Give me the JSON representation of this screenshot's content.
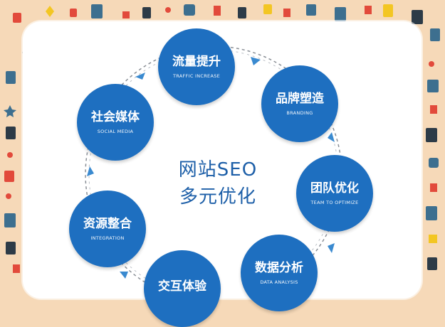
{
  "center": {
    "line1": "网站SEO",
    "line2": "多元优化"
  },
  "nodes": [
    {
      "zh": "流量提升",
      "en": "TRAFFIC INCREASE"
    },
    {
      "zh": "品牌塑造",
      "en": "BRANDING"
    },
    {
      "zh": "团队优化",
      "en": "TEAM TO OPTIMIZE"
    },
    {
      "zh": "数据分析",
      "en": "DATA ANALYSIS"
    },
    {
      "zh": "交互体验",
      "en": ""
    },
    {
      "zh": "资源整合",
      "en": "INTEGRATION"
    },
    {
      "zh": "社会媒体",
      "en": "SOCIAL MEDIA"
    }
  ],
  "colors": {
    "node": "#1e6fc0",
    "text": "#1d5fa8",
    "arrow": "#3a8ad0",
    "border": "#f6d9b8"
  },
  "decorations": [
    "bin-icon",
    "gear-icon",
    "lightning-icon",
    "star-icon",
    "gift-icon"
  ]
}
